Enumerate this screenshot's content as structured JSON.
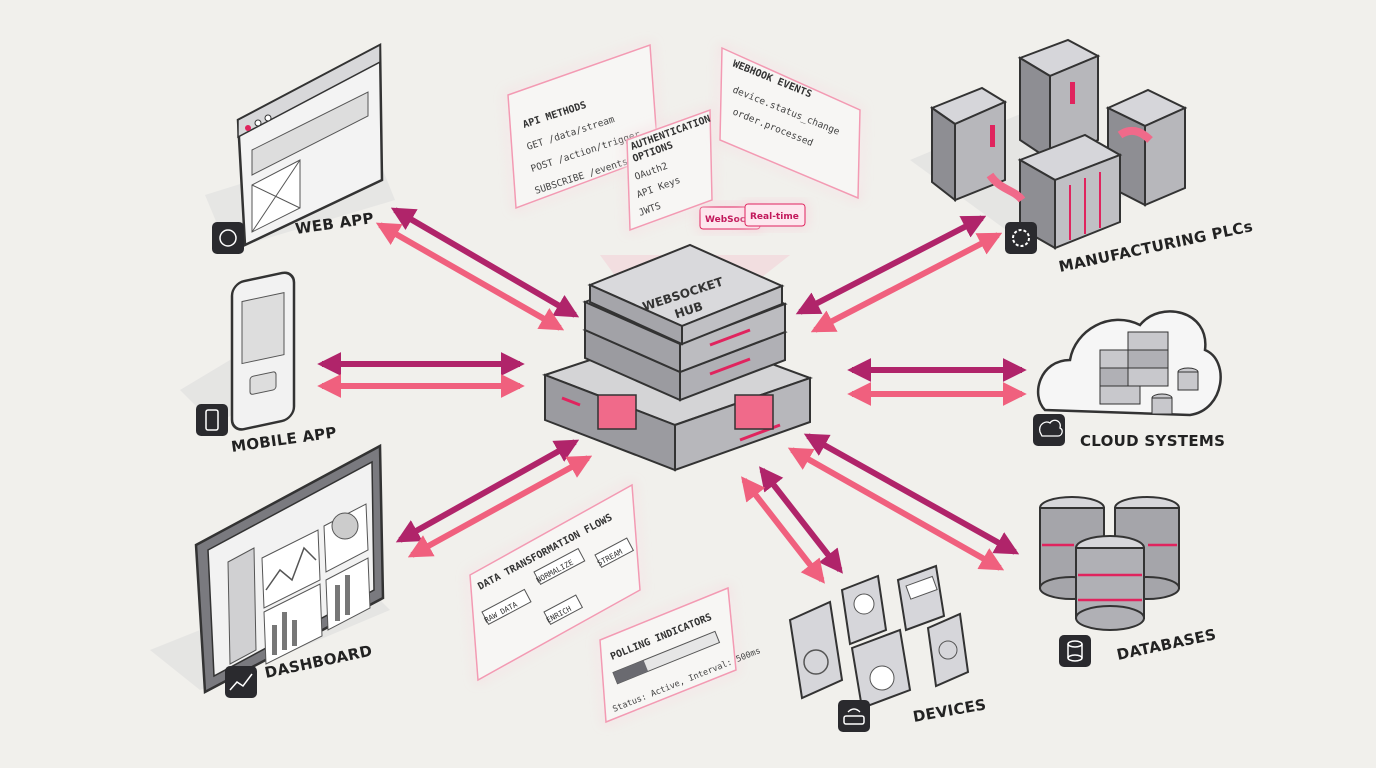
{
  "hub": {
    "line1": "WEBSOCKET",
    "line2": "HUB"
  },
  "tags": {
    "websocket": "WebSocket",
    "realtime": "Real-time"
  },
  "nodes": {
    "web_app": "WEB APP",
    "mobile_app": "MOBILE APP",
    "dashboard": "DASHBOARD",
    "manufacturing": "MANUFACTURING PLCs",
    "cloud": "CLOUD SYSTEMS",
    "databases": "DATABASES",
    "devices": "DEVICES"
  },
  "api_panel": {
    "title": "API METHODS",
    "items": [
      "GET /data/stream",
      "POST /action/trigger",
      "SUBSCRIBE /events"
    ]
  },
  "auth_panel": {
    "title_line1": "AUTHENTICATION",
    "title_line2": "OPTIONS",
    "items": [
      "OAuth2",
      "API Keys",
      "JWTS"
    ]
  },
  "webhook_panel": {
    "title": "WEBHOOK EVENTS",
    "items": [
      "device.status_change",
      "order.processed"
    ]
  },
  "transform_panel": {
    "title": "DATA TRANSFORMATION FLOWS",
    "boxes": [
      "RAW DATA",
      "NORMALIZE",
      "ENRICH",
      "STREAM"
    ]
  },
  "polling_panel": {
    "title": "POLLING INDICATORS",
    "status": "Status: Active, Interval: 500ms",
    "progress": 0.3
  },
  "colors": {
    "arrow_dark": "#b0246a",
    "arrow_light": "#f0607e",
    "glow": "#f7a6bd",
    "device_gray": "#8e8e93",
    "accent": "#e0245e"
  }
}
